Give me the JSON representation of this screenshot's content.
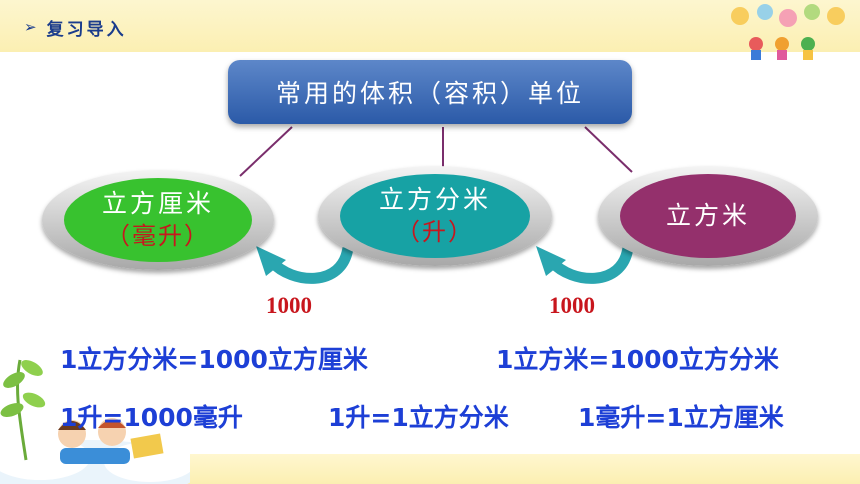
{
  "header": {
    "title": "复习导入"
  },
  "banner": {
    "title": "常用的体积（容积）单位"
  },
  "units": [
    {
      "name": "立方厘米",
      "alias": "（毫升）",
      "color": "#38c22f"
    },
    {
      "name": "立方分米",
      "alias": "（升）",
      "color": "#17a2a4"
    },
    {
      "name": "立方米",
      "alias": "",
      "color": "#94306c"
    }
  ],
  "rates": [
    "1000",
    "1000"
  ],
  "facts": [
    "1立方分米=1000立方厘米",
    "1立方米=1000立方分米",
    "1升=1000毫升",
    "1升=1立方分米",
    "1毫升=1立方厘米"
  ],
  "colors": {
    "title_text": "#1a3c8c",
    "fact_text": "#1d3fd6",
    "rate_text": "#c8161d",
    "arrow": "#2aa6b0"
  }
}
